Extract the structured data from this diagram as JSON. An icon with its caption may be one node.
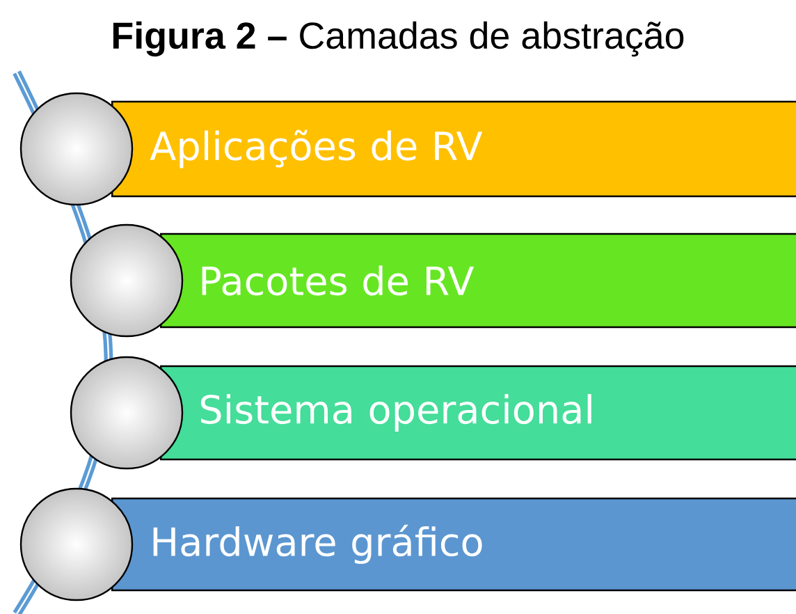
{
  "diagram": {
    "title": "**Figura 2 –** Camadas de abstração",
    "nodes": [
      {
        "text": [
          "Aplicações de RV"
        ]
      },
      {
        "text": [
          "Pacotes de RV"
        ]
      },
      {
        "text": [
          "Sistema operacional"
        ]
      },
      {
        "text": [
          "Hardware gráfico"
        ]
      }
    ]
  }
}
